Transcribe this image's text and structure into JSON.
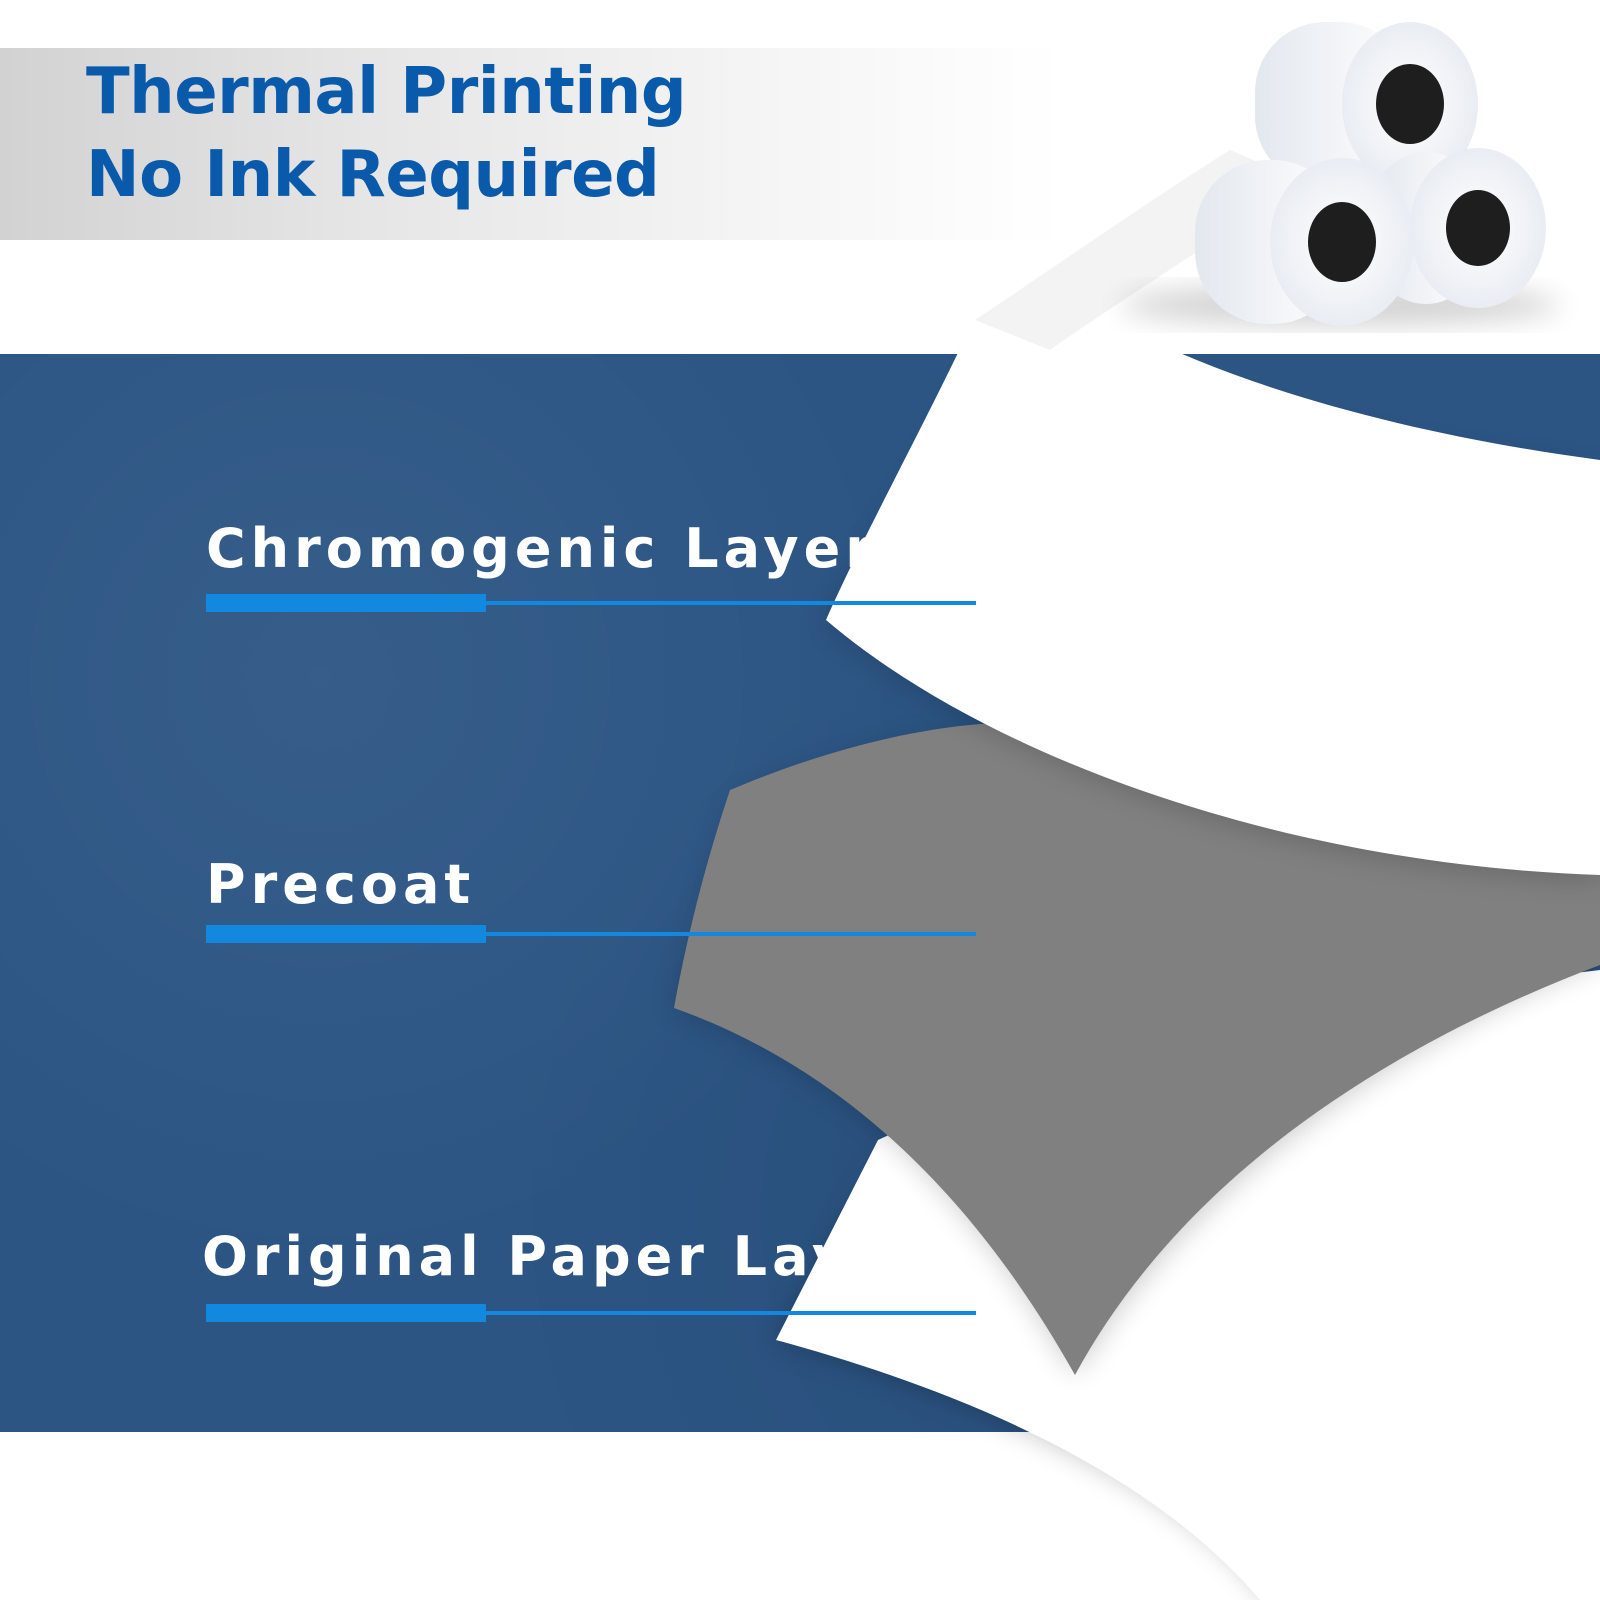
{
  "header": {
    "line1": "Thermal Printing",
    "line2": "No Ink Required"
  },
  "layers": [
    {
      "label": "Chromogenic Layer"
    },
    {
      "label": "Precoat"
    },
    {
      "label": "Original Paper Layer"
    }
  ],
  "colors": {
    "headline": "#0a5aac",
    "panel": "#2c5584",
    "accent": "#1289de",
    "sheet_white": "#ffffff",
    "precoat_gray": "#808080",
    "roll_core": "#1e1e1e"
  },
  "icons": [
    "paper-roll-icon",
    "paper-sheet-icon"
  ]
}
